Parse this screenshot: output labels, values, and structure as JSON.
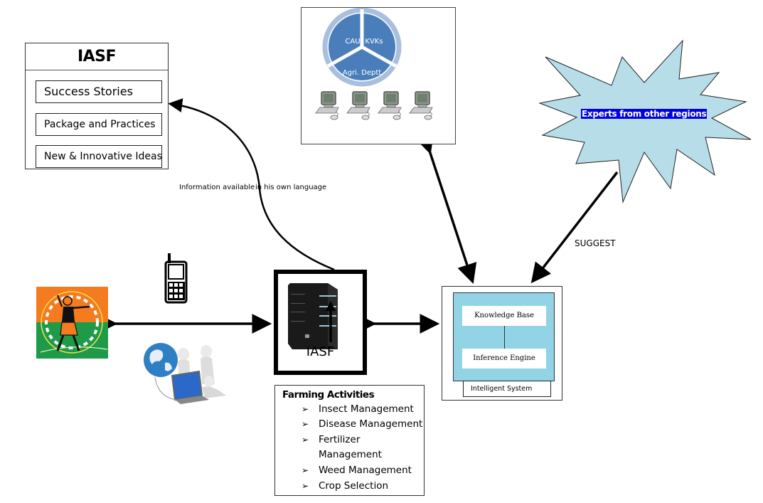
{
  "diagram": {
    "iasf_info_box": {
      "title": "IASF",
      "items": [
        "Success Stories",
        "Package and Practices",
        "New & Innovative Ideas"
      ]
    },
    "agencies": {
      "cycle_segments": [
        "CAU",
        "KVKs",
        "Agri. Deptt"
      ],
      "computer_count": 4
    },
    "experts": {
      "label": "Experts from other regions"
    },
    "edge_labels": {
      "information_left": "Information available",
      "information_right": "in his own language",
      "suggest": "SUGGEST"
    },
    "server": {
      "label": "IASF"
    },
    "intelligent_system": {
      "knowledge_base": "Knowledge Base",
      "inference_engine": "Inference Engine",
      "label": "Intelligent System"
    },
    "farming_activities": {
      "title": "Farming Activities",
      "items": [
        "Insect Management",
        "Disease Management",
        "Fertilizer Management",
        "Weed Management",
        "Crop Selection"
      ],
      "fertilizer_line1": "Fertilizer",
      "fertilizer_line2": "Management"
    },
    "colors": {
      "cycle_blue": "#4a7ebb",
      "cycle_ring": "#a9bfde",
      "starburst_fill": "#b7dde8",
      "intelligent_system_fill": "#93d3e6",
      "experts_highlight": "#0000e0",
      "logo_orange": "#f47b20",
      "logo_green": "#1e9a48"
    }
  }
}
